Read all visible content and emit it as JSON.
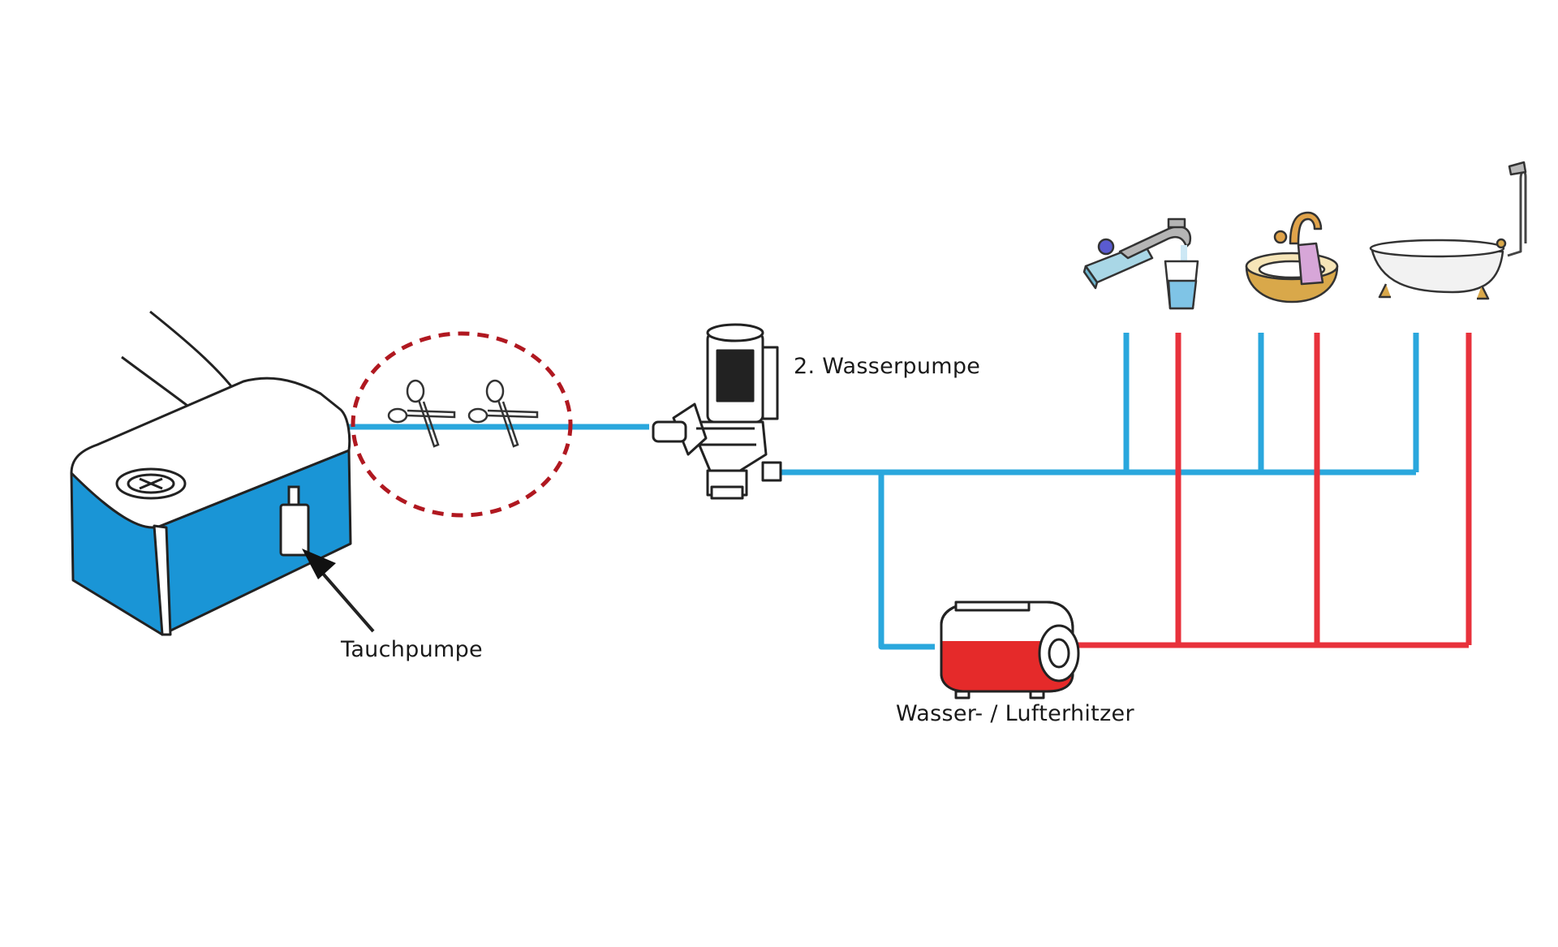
{
  "labels": {
    "tauchpumpe": "Tauchpumpe",
    "wasserpumpe": "2. Wasserpumpe",
    "heater": "Wasser- / Lufterhitzer"
  },
  "colors": {
    "cold_water": "#2aa7dd",
    "hot_water": "#e8323c",
    "tank_blue": "#1a95d6",
    "marker_circle": "#b01820",
    "outline": "#222222"
  },
  "icons": [
    "tank-icon",
    "submersible-pump-icon",
    "scissors-icon",
    "water-pump-icon",
    "water-heater-icon",
    "faucet-icon",
    "washbasin-icon",
    "bathtub-icon"
  ]
}
